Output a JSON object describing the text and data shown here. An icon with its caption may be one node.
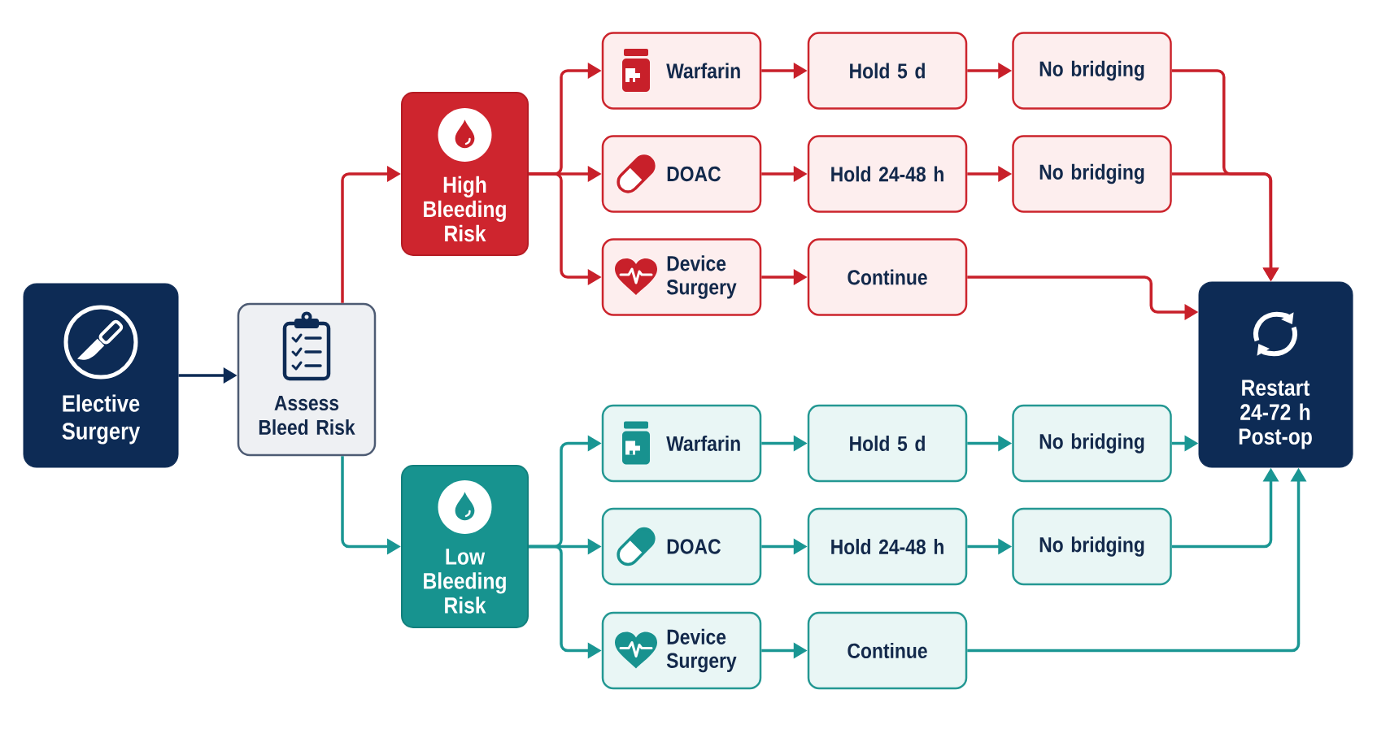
{
  "diagram": {
    "nodes": [
      {
        "text": [
          "Elective Surgery"
        ]
      },
      {
        "text": [
          "Assess Bleed Risk"
        ]
      },
      {
        "text": [
          "High Bleeding Risk"
        ]
      },
      {
        "text": [
          "Warfarin"
        ]
      },
      {
        "text": [
          "Hold 5 d"
        ]
      },
      {
        "text": [
          "No bridging"
        ]
      },
      {
        "text": [
          "DOAC"
        ]
      },
      {
        "text": [
          "Hold 24-48 h"
        ]
      },
      {
        "text": [
          "No bridging"
        ]
      },
      {
        "text": [
          "Device Surgery"
        ]
      },
      {
        "text": [
          "Continue"
        ]
      },
      {
        "text": [
          "Low Bleeding Risk"
        ]
      },
      {
        "text": [
          "Warfarin"
        ]
      },
      {
        "text": [
          "Hold 5 d"
        ]
      },
      {
        "text": [
          "No bridging"
        ]
      },
      {
        "text": [
          "DOAC"
        ]
      },
      {
        "text": [
          "Hold 24-48 h"
        ]
      },
      {
        "text": [
          "No bridging"
        ]
      },
      {
        "text": [
          "Device Surgery"
        ]
      },
      {
        "text": [
          "Continue"
        ]
      },
      {
        "text": [
          "Restart 24-72 h Post-op"
        ]
      }
    ],
    "edges": [
      {
        "from": 0,
        "to": 1,
        "arrow": "to",
        "color": "#0d2b55"
      },
      {
        "from": 1,
        "to": 2,
        "arrow": "to",
        "color": "#c8202a"
      },
      {
        "from": 1,
        "to": 11,
        "arrow": "to",
        "color": "#1a9693"
      },
      {
        "from": 2,
        "to": 3,
        "arrow": "to",
        "color": "#c8202a"
      },
      {
        "from": 2,
        "to": 6,
        "arrow": "to",
        "color": "#c8202a"
      },
      {
        "from": 2,
        "to": 9,
        "arrow": "to",
        "color": "#c8202a"
      },
      {
        "from": 11,
        "to": 12,
        "arrow": "to",
        "color": "#1a9693"
      },
      {
        "from": 11,
        "to": 15,
        "arrow": "to",
        "color": "#1a9693"
      },
      {
        "from": 11,
        "to": 18,
        "arrow": "to",
        "color": "#1a9693"
      },
      {
        "from": 3,
        "to": 4,
        "arrow": "to",
        "color": "#c8202a"
      },
      {
        "from": 4,
        "to": 5,
        "arrow": "to",
        "color": "#c8202a"
      },
      {
        "from": 6,
        "to": 7,
        "arrow": "to",
        "color": "#c8202a"
      },
      {
        "from": 7,
        "to": 8,
        "arrow": "to",
        "color": "#c8202a"
      },
      {
        "from": 9,
        "to": 10,
        "arrow": "to",
        "color": "#c8202a"
      },
      {
        "from": 5,
        "to": 20,
        "arrow": "to",
        "color": "#c8202a"
      },
      {
        "from": 8,
        "to": 20,
        "arrow": "to",
        "color": "#c8202a"
      },
      {
        "from": 10,
        "to": 20,
        "arrow": "to",
        "color": "#c8202a"
      },
      {
        "from": 12,
        "to": 13,
        "arrow": "to",
        "color": "#1a9693"
      },
      {
        "from": 13,
        "to": 14,
        "arrow": "to",
        "color": "#1a9693"
      },
      {
        "from": 15,
        "to": 16,
        "arrow": "to",
        "color": "#1a9693"
      },
      {
        "from": 16,
        "to": 17,
        "arrow": "to",
        "color": "#1a9693"
      },
      {
        "from": 18,
        "to": 19,
        "arrow": "to",
        "color": "#1a9693"
      },
      {
        "from": 14,
        "to": 20,
        "arrow": "to",
        "color": "#1a9693"
      },
      {
        "from": 17,
        "to": 20,
        "arrow": "to",
        "color": "#1a9693"
      },
      {
        "from": 19,
        "to": 20,
        "arrow": "to",
        "color": "#1a9693"
      }
    ]
  }
}
